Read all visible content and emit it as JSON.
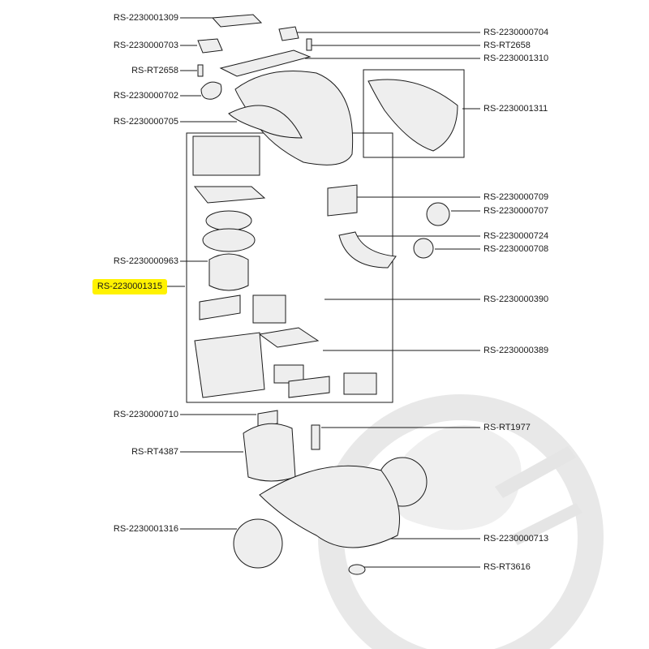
{
  "colors": {
    "highlight": "#fff200",
    "line": "#1a1a1a",
    "part_fill": "#e9e9e9",
    "watermark": "#d8d8d8"
  },
  "labels": {
    "l1309": "RS-2230001309",
    "l0703": "RS-2230000703",
    "lrt2658_left": "RS-RT2658",
    "l0702": "RS-2230000702",
    "l0705": "RS-2230000705",
    "l0963": "RS-2230000963",
    "l1315": "RS-2230001315",
    "l0710": "RS-2230000710",
    "lrt4387": "RS-RT4387",
    "l1316": "RS-2230001316",
    "l0704": "RS-2230000704",
    "lrt2658_right": "RS-RT2658",
    "l1310": "RS-2230001310",
    "l1311": "RS-2230001311",
    "l0709": "RS-2230000709",
    "l0707": "RS-2230000707",
    "l0724": "RS-2230000724",
    "l0708": "RS-2230000708",
    "l0390": "RS-2230000390",
    "l0389": "RS-2230000389",
    "lrt1977": "RS-RT1977",
    "l0713": "RS-2230000713",
    "lrt3616": "RS-RT3616"
  }
}
